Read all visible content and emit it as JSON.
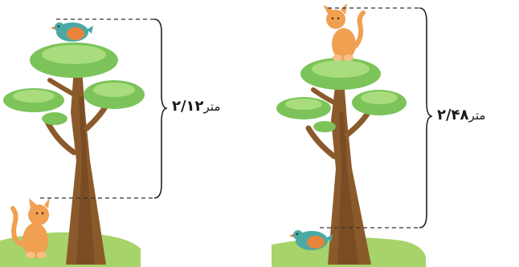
{
  "panels": [
    {
      "id": "left",
      "height_value": "۲/۱۲",
      "unit": "متر",
      "top_animal": "bird",
      "bottom_animal": "cat"
    },
    {
      "id": "right",
      "height_value": "۲/۴۸",
      "unit": "متر",
      "top_animal": "cat",
      "bottom_animal": "bird"
    }
  ],
  "colors": {
    "trunk": "#8b5a2b",
    "trunk_dark": "#6e4320",
    "foliage": "#7cc35a",
    "foliage_light": "#a8dc7c",
    "grass": "#a7d36b",
    "cat": "#f0a050",
    "bird": "#4aa9a5",
    "bird_wing": "#e8843a",
    "guide_line": "#333333"
  }
}
